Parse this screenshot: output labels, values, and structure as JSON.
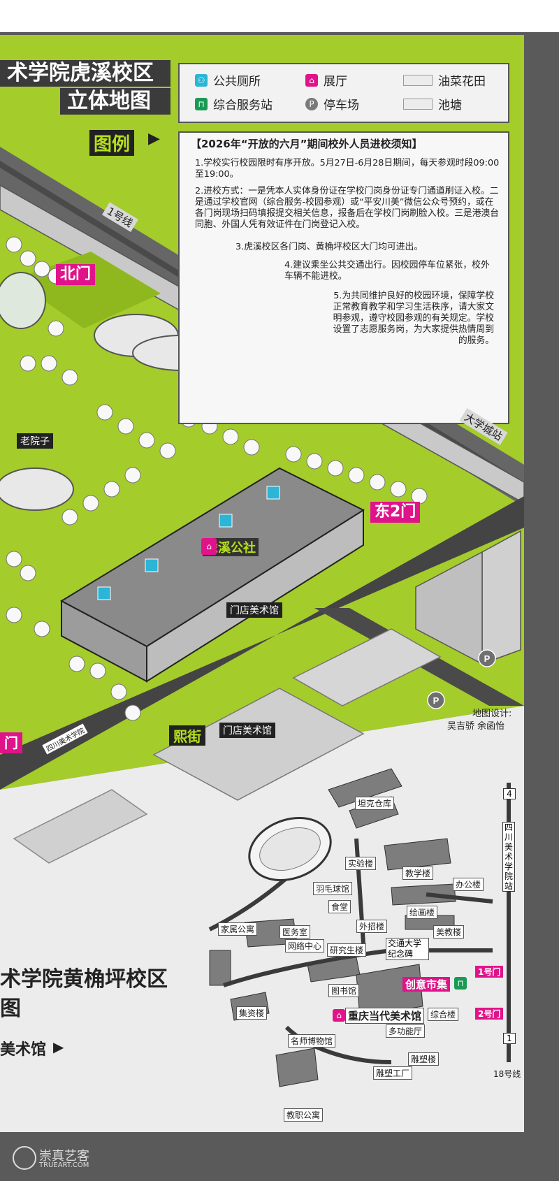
{
  "title_top": {
    "line1": "术学院虎溪校区",
    "line2": "立体地图"
  },
  "legend_label": "图例",
  "legend": [
    {
      "icon": "restroom-icon",
      "label": "公共厕所",
      "color": "#2bb5d6"
    },
    {
      "icon": "exhibition-hall-icon",
      "label": "展厅",
      "color": "#e0148a"
    },
    {
      "icon": "rapeseed-field-swatch",
      "label": "油菜花田",
      "color": "#ececec"
    },
    {
      "icon": "service-station-icon",
      "label": "综合服务站",
      "color": "#1a9a55"
    },
    {
      "icon": "parking-icon",
      "label": "停车场",
      "color": "#7a7a7a"
    },
    {
      "icon": "pond-swatch",
      "label": "池塘",
      "color": "#ececec"
    }
  ],
  "notice": {
    "heading": "【2026年“开放的六月”期间校外人员进校须知】",
    "p1": "1.学校实行校园限时有序开放。5月27日-6月28日期间，每天参观时段09:00至19:00。",
    "p2": "2.进校方式：一是凭本人实体身份证在学校门岗身份证专门通道刷证入校。二是通过学校官网（综合服务-校园参观）或“平安川美”微信公众号预约，或在各门岗现场扫码填报提交相关信息，报备后在学校门岗刷脸入校。三是港澳台同胞、外国人凭有效证件在门岗登记入校。",
    "p3": "3.虎溪校区各门岗、黄桷坪校区大门均可进出。",
    "p4": "4.建议乘坐公共交通出行。因校园停车位紧张，校外车辆不能进校。",
    "p5": "5.为共同维护良好的校园环境，保障学校正常教育教学和学习生活秩序，请大家文明参观，遵守校园参观的有关规定。学校设置了志愿服务岗，为大家提供热情周到的服务。"
  },
  "map_top": {
    "metro_line": "1号线",
    "north_gate": "北门",
    "east_gate": "东2门",
    "left_gate_partial": "门",
    "old_yard": "老院子",
    "huxi_commune": "虎溪公社",
    "store_gallery": "门店美术馆",
    "store_gallery2": "门店美术馆",
    "xijie": "熙街",
    "university_station": "大学城站",
    "sign_school": "四川美术学院"
  },
  "credit": {
    "title": "地图设计:",
    "names": "吴吉骄  余函怡"
  },
  "title_bottom": {
    "line1": "术学院黄桷坪校区",
    "line2": "图",
    "line3": "美术馆"
  },
  "map_bottom": {
    "tank_warehouse": "坦克仓库",
    "lab": "实验楼",
    "teaching": "教学楼",
    "office": "办公楼",
    "badminton": "羽毛球馆",
    "canteen": "食堂",
    "painting": "绘画楼",
    "family_apt": "家属公寓",
    "clinic": "医务室",
    "network": "网络中心",
    "foreign": "外招楼",
    "grad": "研究生楼",
    "monument": "交通大学纪念碑",
    "art_edu": "美教楼",
    "library": "图书馆",
    "market": "创意市集",
    "gate1": "1号门",
    "gate2": "2号门",
    "collect": "集资楼",
    "museum": "重庆当代美术馆",
    "complex": "综合楼",
    "multi": "多功能厅",
    "masters": "名师博物馆",
    "sculpt_bld": "雕塑楼",
    "sculpt_fac": "雕塑工厂",
    "staff_apt": "教职公寓",
    "metro_station": "四川美术学院站",
    "metro4": "4",
    "metro1": "1",
    "line18": "18号线"
  },
  "watermark": {
    "cn": "崇真艺客",
    "en": "TRUEART.COM"
  }
}
